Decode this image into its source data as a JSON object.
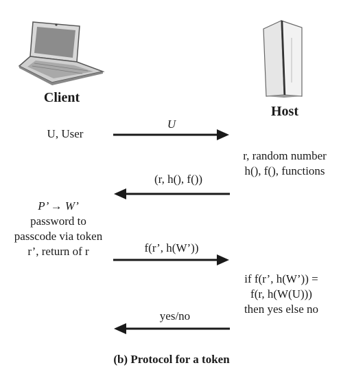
{
  "participants": {
    "client_label": "Client",
    "host_label": "Host"
  },
  "client_notes": {
    "user": "U, User",
    "line1": "P’ → W’",
    "line2": "password to",
    "line3": "passcode via token",
    "line4": "r’, return of r"
  },
  "host_notes": {
    "line1": "r, random number",
    "line2": "h(), f(), functions",
    "check1": "if f(r’, h(W’)) =",
    "check2": "f(r, h(W(U)))",
    "check3": "then yes else no"
  },
  "messages": [
    {
      "label": "U",
      "direction": "to-host"
    },
    {
      "label": "(r, h(), f())",
      "direction": "to-client"
    },
    {
      "label": "f(r’, h(W’))",
      "direction": "to-host"
    },
    {
      "label": "yes/no",
      "direction": "to-client"
    }
  ],
  "caption": "(b) Protocol for a token"
}
